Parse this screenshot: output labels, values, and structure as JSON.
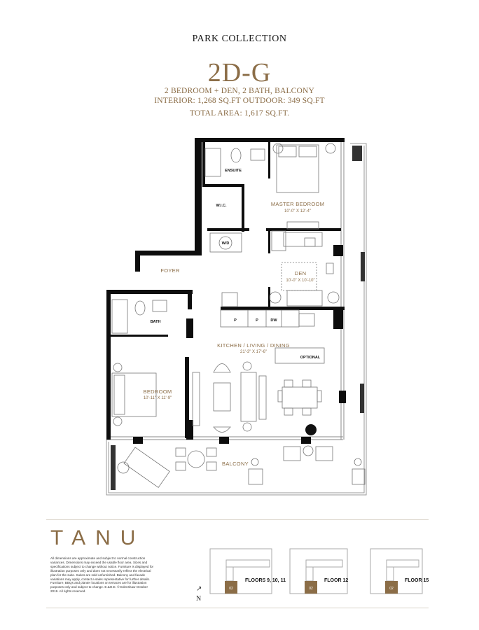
{
  "header": {
    "collection": "PARK COLLECTION",
    "unit": "2D-G",
    "spec_line1": "2 BEDROOM + DEN, 2 BATH, BALCONY",
    "spec_line2": "INTERIOR: 1,268 SQ.FT  OUTDOOR: 349 SQ.FT",
    "spec_line3": "TOTAL AREA: 1,617 SQ.FT."
  },
  "plan": {
    "ensuite": "ENSUITE",
    "wic": "W.I.C.",
    "master_bedroom": "MASTER BEDROOM",
    "master_bedroom_dim": "10'-0\" X 12'-4\"",
    "wd": "W/D",
    "foyer": "FOYER",
    "den": "DEN",
    "den_dim": "10'-0\" X 10'-10\"",
    "bath": "BATH",
    "pantry1": "P",
    "pantry2": "P",
    "dw": "DW",
    "kld": "KITCHEN / LIVING / DINING",
    "kld_dim": "21'-3\" X 17'-6\"",
    "optional": "OPTIONAL",
    "bedroom": "BEDROOM",
    "bedroom_dim": "10'-11\" X 11'-9\"",
    "balcony": "BALCONY"
  },
  "footer": {
    "logo": "TANU",
    "disclaimer": "All dimensions are approximate and subject to normal construction variances. Dimensions may exceed the usable floor area. Sizes and specifications subject to change without notice. Furniture is displayed for illustration purposes only and does not necessarily reflect the electrical plan for the suite. Suites are sold unfurnished. Balcony and facade variations may apply, contact a sales representative for further details. Furniture, BBQs and planter locations on terraces are for illustration purposes only and subject to change. E.&O.E. © Edenshaw October 2019. All rights reserved.",
    "north": "N",
    "keyplans": [
      {
        "label": "FLOORS 9, 10, 11",
        "unit": "02"
      },
      {
        "label": "FLOOR 12",
        "unit": "02"
      },
      {
        "label": "FLOOR 15",
        "unit": "02"
      }
    ],
    "accent": "#8b6d47"
  }
}
